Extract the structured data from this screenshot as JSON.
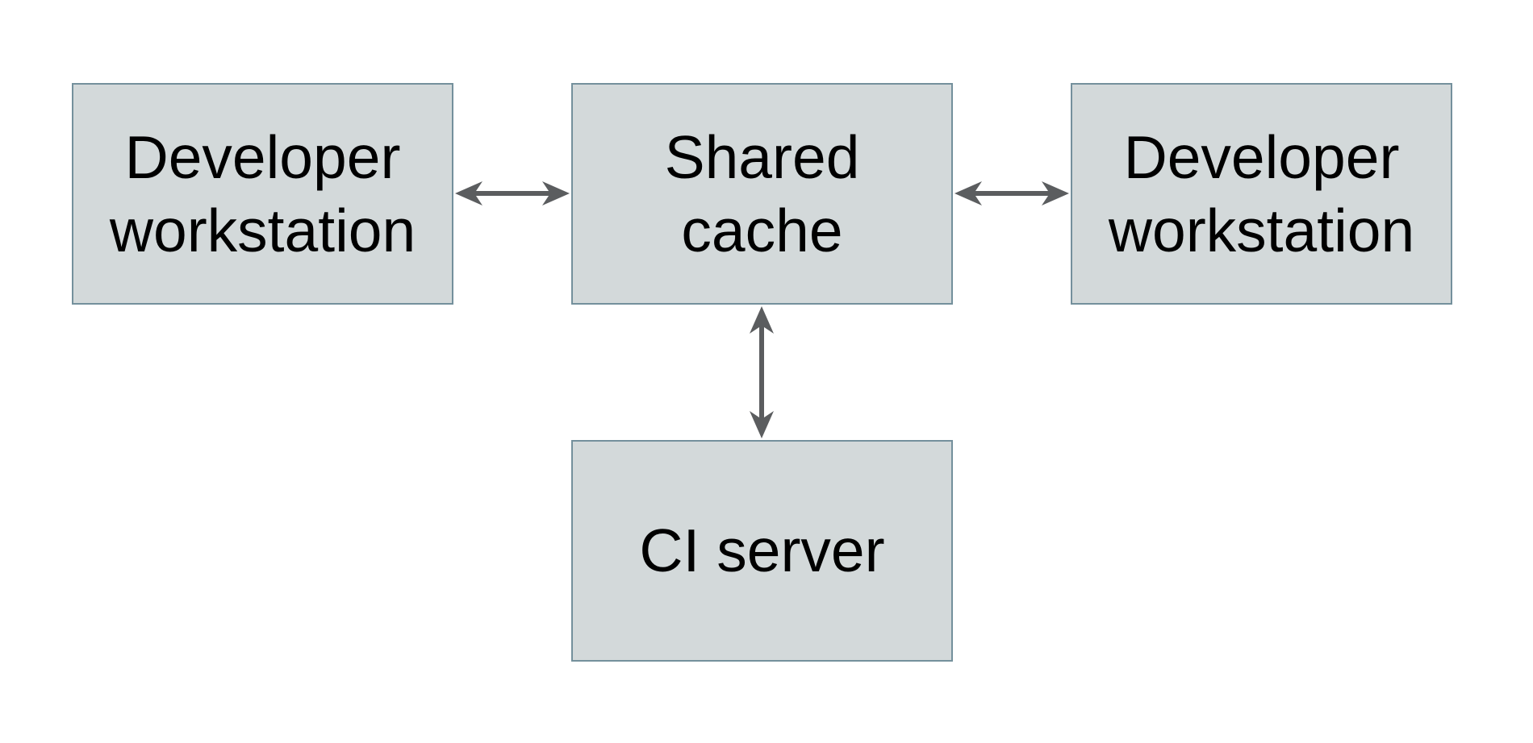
{
  "diagram": {
    "background_color": "#ffffff",
    "node_fill_color": "#d3d9da",
    "node_border_color": "#74909c",
    "arrow_color": "#5b5d5f",
    "text_color": "#000000",
    "nodes": {
      "dev_left": {
        "label": "Developer\nworkstation"
      },
      "shared_cache": {
        "label": "Shared\ncache"
      },
      "dev_right": {
        "label": "Developer\nworkstation"
      },
      "ci_server": {
        "label": "CI server"
      }
    },
    "edges": [
      {
        "from": "Developer workstation (left)",
        "to": "Shared cache",
        "type": "bidirectional-arrow"
      },
      {
        "from": "Shared cache",
        "to": "Developer workstation (right)",
        "type": "bidirectional-arrow"
      },
      {
        "from": "Shared cache",
        "to": "CI server",
        "type": "bidirectional-arrow"
      }
    ]
  }
}
